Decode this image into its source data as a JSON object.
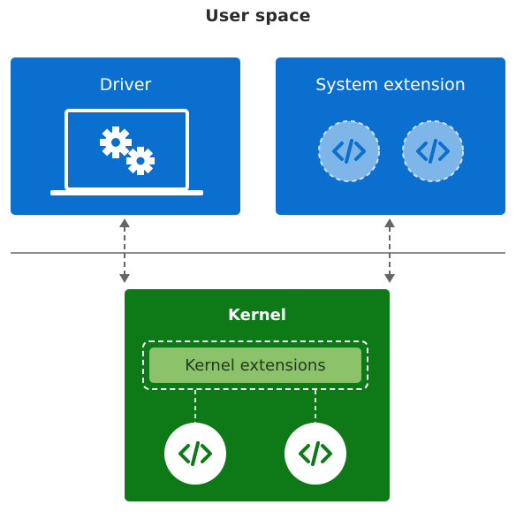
{
  "title": "User space",
  "driver": {
    "label": "Driver",
    "icon": "laptop-with-gears-icon"
  },
  "system_extension": {
    "label": "System extension",
    "icon": "code-icon"
  },
  "kernel": {
    "label": "Kernel",
    "extensions_label": "Kernel extensions",
    "icon": "code-icon"
  },
  "colors": {
    "user_box": "#0a6fcf",
    "kernel_box": "#0d7a17",
    "kernel_extensions_fill": "#8cc36a",
    "divider": "#8c8c8c",
    "connector": "#666666"
  }
}
